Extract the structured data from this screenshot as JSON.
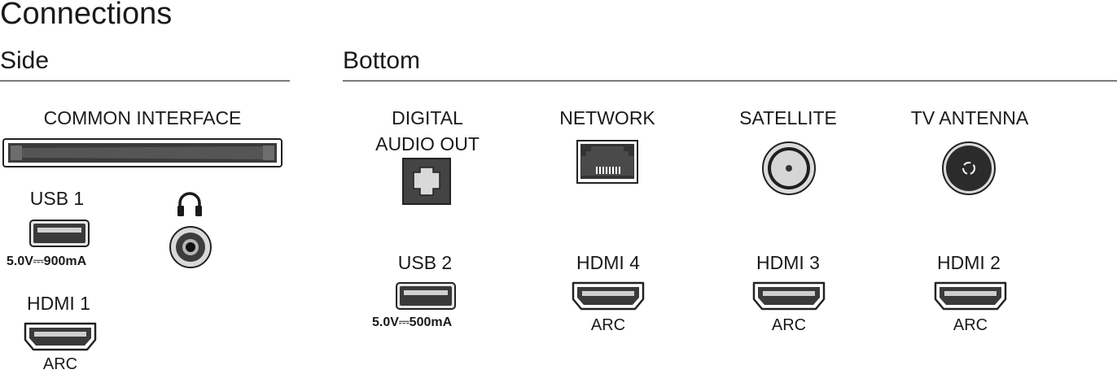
{
  "title": "Connections",
  "sections": {
    "side": "Side",
    "bottom": "Bottom"
  },
  "side": {
    "common_interface": "COMMON INTERFACE",
    "usb1": {
      "label": "USB 1",
      "spec": "5.0V⎓900mA"
    },
    "hdmi1": {
      "label": "HDMI 1",
      "sub": "ARC"
    }
  },
  "bottom": {
    "digital_audio": {
      "line1": "DIGITAL",
      "line2": "AUDIO OUT"
    },
    "network": "NETWORK",
    "satellite": "SATELLITE",
    "tv_antenna": "TV ANTENNA",
    "usb2": {
      "label": "USB 2",
      "spec": "5.0V⎓500mA"
    },
    "hdmi4": {
      "label": "HDMI 4",
      "sub": "ARC"
    },
    "hdmi3": {
      "label": "HDMI 3",
      "sub": "ARC"
    },
    "hdmi2": {
      "label": "HDMI 2",
      "sub": "ARC"
    }
  },
  "icons": {
    "ci_slot": "ci-slot-icon",
    "usb_port": "usb-port-icon",
    "headphones": "headphones-icon",
    "headphone_jack": "headphone-jack-icon",
    "hdmi_port": "hdmi-port-icon",
    "optical_port": "optical-port-icon",
    "ethernet_port": "ethernet-port-icon",
    "coax_satellite": "satellite-connector-icon",
    "coax_antenna": "antenna-connector-icon"
  }
}
